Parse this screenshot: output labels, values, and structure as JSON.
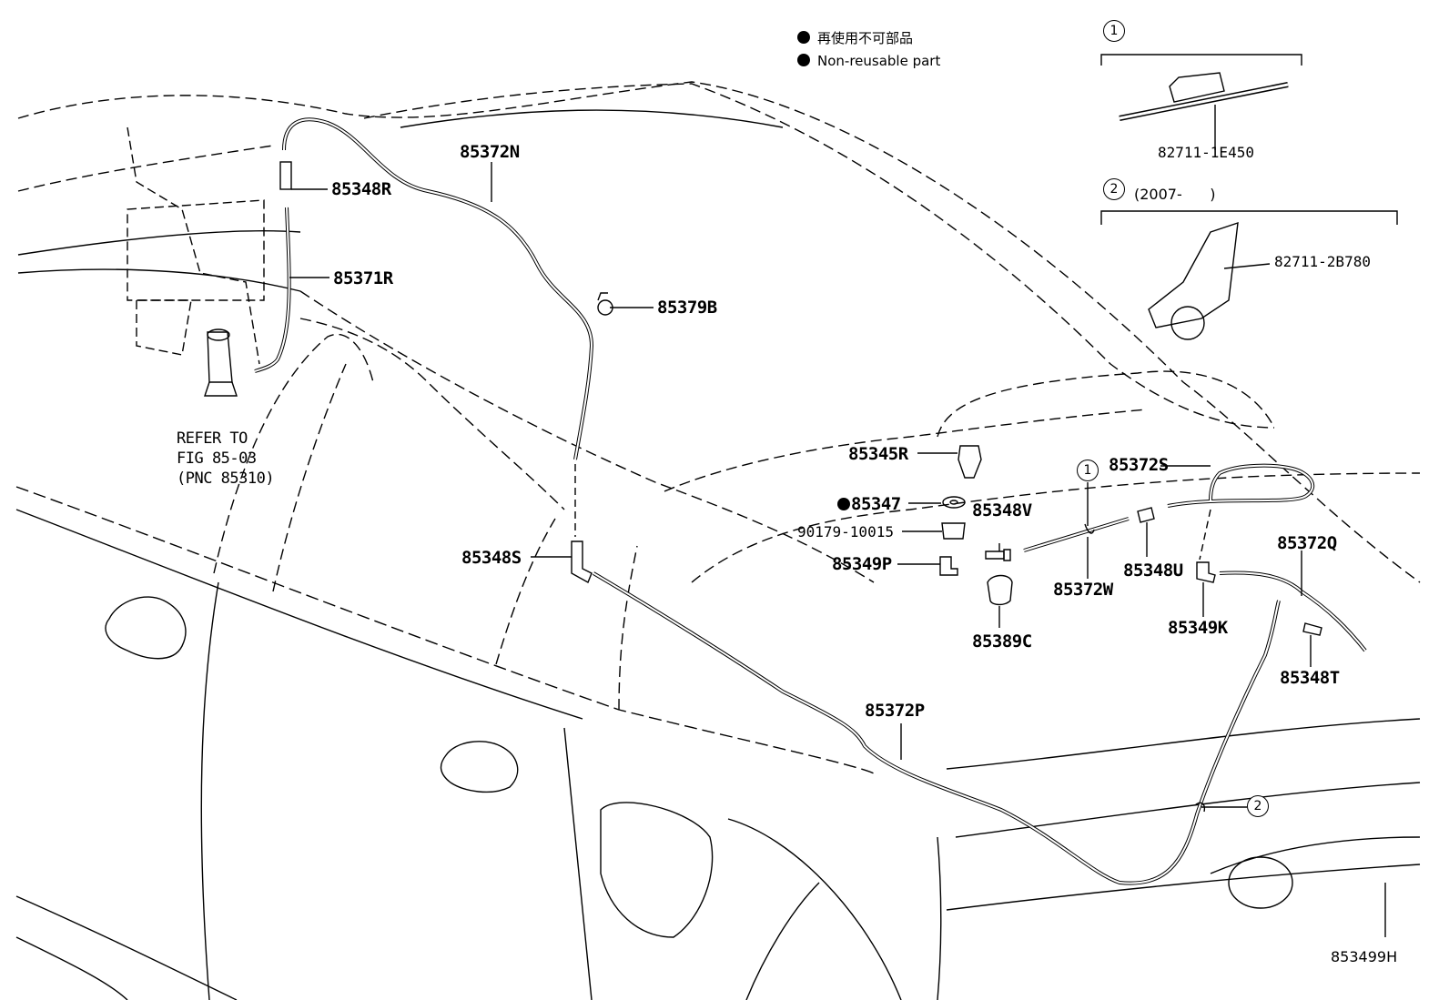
{
  "legend": {
    "non_reusable_jp": "再使用不可部品",
    "non_reusable_en": "Non-reusable part"
  },
  "groups": [
    {
      "number": "1",
      "part": "82711-1E450",
      "note": ""
    },
    {
      "number": "2",
      "part": "82711-2B780",
      "note": "(2007-      )"
    }
  ],
  "callouts": {
    "c1": "1",
    "c2": "2"
  },
  "parts": {
    "p_85372N": "85372N",
    "p_85348R": "85348R",
    "p_85371R": "85371R",
    "p_85379B": "85379B",
    "p_85345R": "85345R",
    "p_85347": "85347",
    "p_85348V": "85348V",
    "p_90179": "90179-10015",
    "p_85349P": "85349P",
    "p_85389C": "85389C",
    "p_85348S": "85348S",
    "p_85372S": "85372S",
    "p_85372W": "85372W",
    "p_85348U": "85348U",
    "p_85372Q": "85372Q",
    "p_85349K": "85349K",
    "p_85348T": "85348T",
    "p_85372P": "85372P"
  },
  "refer": {
    "line1": "REFER TO",
    "line2": "FIG 85-03",
    "line3": "(PNC 85310)"
  },
  "figure_id": "853499H"
}
